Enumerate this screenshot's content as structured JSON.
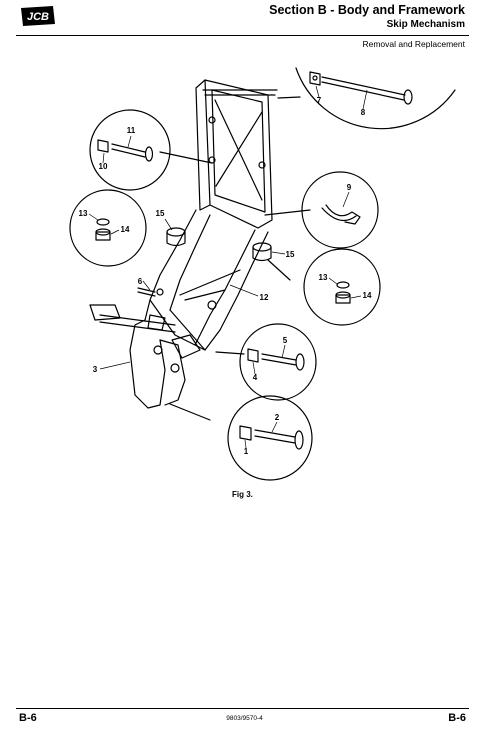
{
  "header": {
    "logo_text": "JCB",
    "section_title": "Section B - Body and Framework",
    "subtitle": "Skip Mechanism",
    "procedure": "Removal and Replacement"
  },
  "figure": {
    "caption": "Fig 3.",
    "callouts": [
      "1",
      "2",
      "3",
      "4",
      "5",
      "6",
      "7",
      "8",
      "9",
      "10",
      "11",
      "12",
      "13",
      "14",
      "15",
      "13",
      "14",
      "15"
    ]
  },
  "footer": {
    "page_left": "B-6",
    "doc_number": "9803/9570-4",
    "page_right": "B-6"
  }
}
